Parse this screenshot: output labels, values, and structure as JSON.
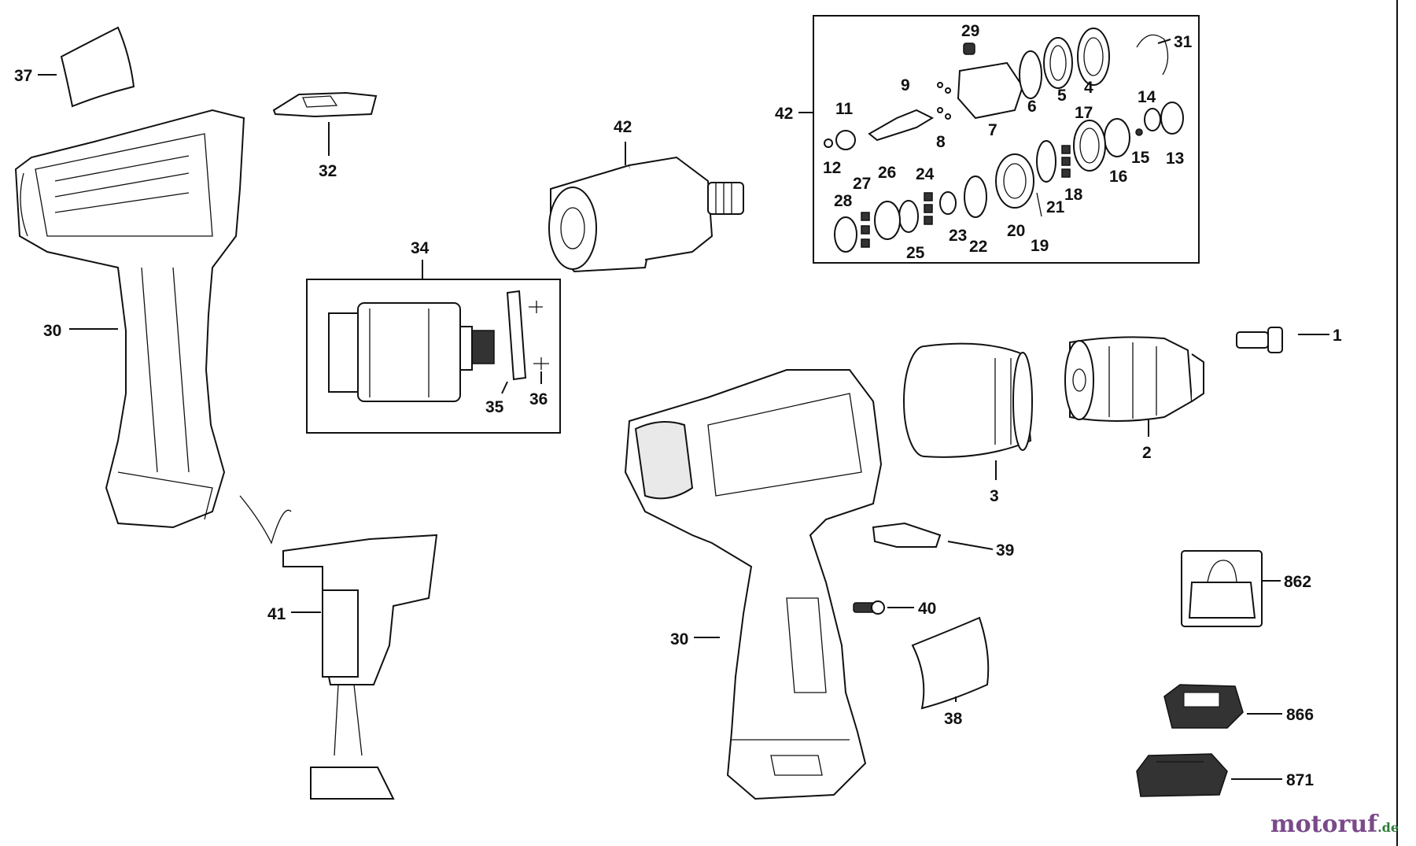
{
  "labels": {
    "p1": "1",
    "p2": "2",
    "p3": "3",
    "p4": "4",
    "p5": "5",
    "p6": "6",
    "p7": "7",
    "p8": "8",
    "p9": "9",
    "p11": "11",
    "p12": "12",
    "p13": "13",
    "p14": "14",
    "p15": "15",
    "p16": "16",
    "p17": "17",
    "p18": "18",
    "p19": "19",
    "p20": "20",
    "p21": "21",
    "p22": "22",
    "p23": "23",
    "p24": "24",
    "p25": "25",
    "p26": "26",
    "p27": "27",
    "p28": "28",
    "p29": "29",
    "p30a": "30",
    "p30b": "30",
    "p31": "31",
    "p32": "32",
    "p34": "34",
    "p35": "35",
    "p36": "36",
    "p37": "37",
    "p38": "38",
    "p39": "39",
    "p40": "40",
    "p41": "41",
    "p42a": "42",
    "p42b": "42",
    "p862": "862",
    "p866": "866",
    "p871": "871"
  },
  "watermark": {
    "brand": "motoruf",
    "tld": ".de"
  }
}
